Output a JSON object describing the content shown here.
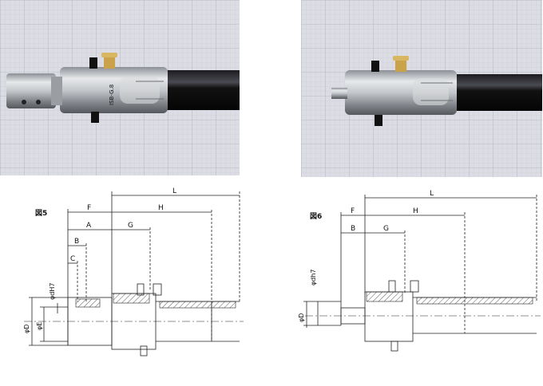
{
  "figure_left": {
    "title": "図5",
    "dims": {
      "L": "L",
      "H": "H",
      "F": "F",
      "A": "A",
      "G": "G",
      "B": "B",
      "C": "C",
      "dH7": "φdH7",
      "D": "φD",
      "E": "φE"
    },
    "photo_marking": "ISB-G.8"
  },
  "figure_right": {
    "title": "図6",
    "dims": {
      "L": "L",
      "H": "H",
      "F": "F",
      "B": "B",
      "G": "G",
      "dh7": "φdh7",
      "D": "φD"
    }
  },
  "colors": {
    "grid_paper": "#dcdde4",
    "shaft_black": "#0d0d10",
    "metal": "#b9bdc2"
  }
}
